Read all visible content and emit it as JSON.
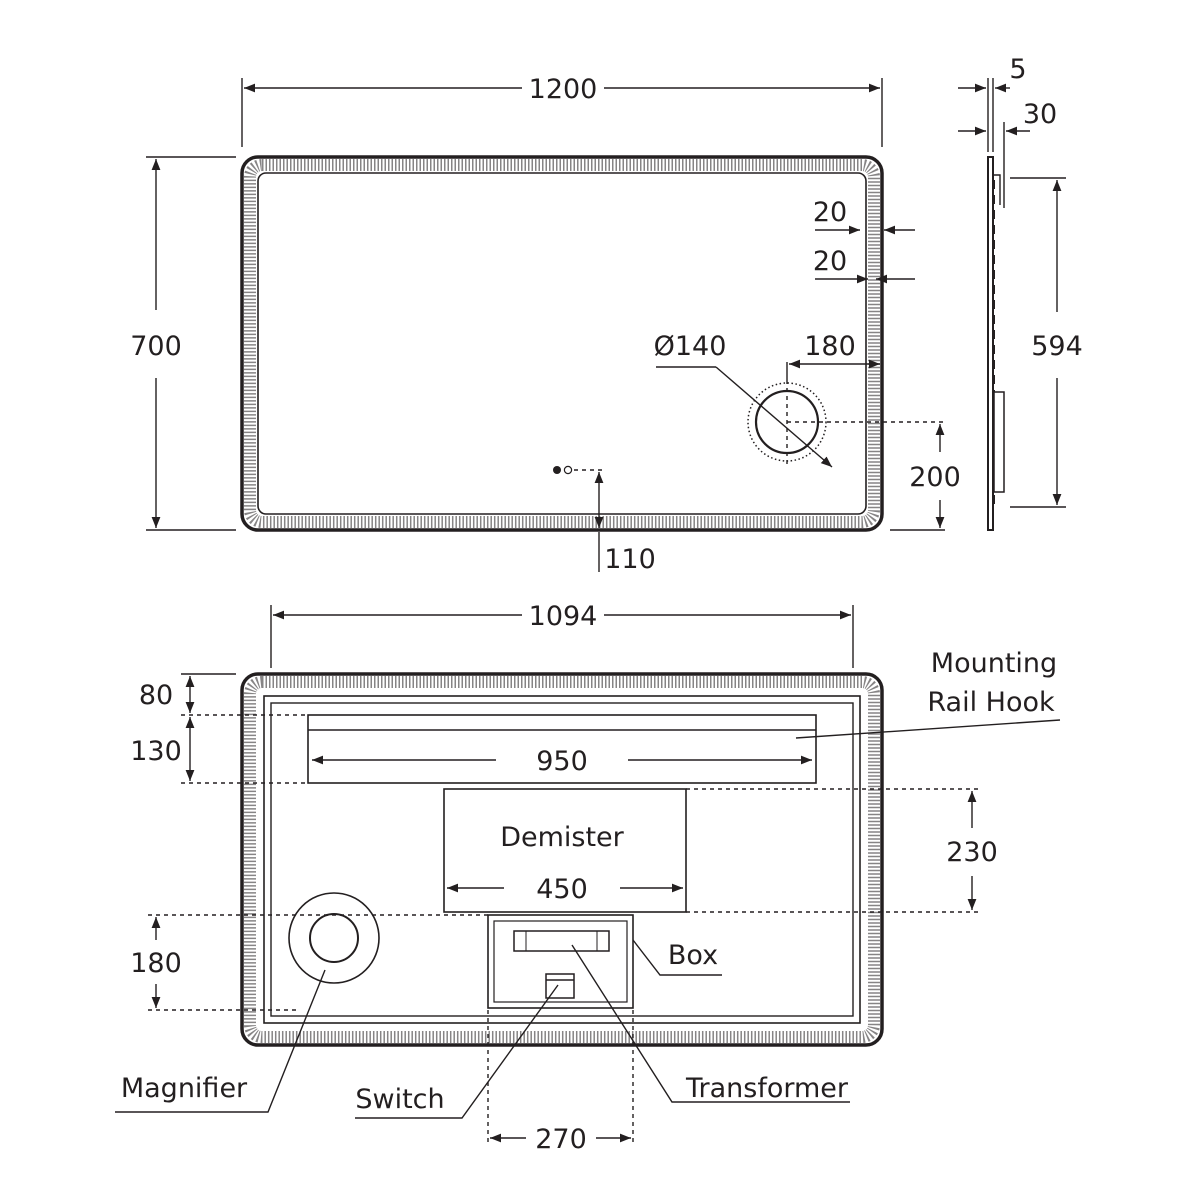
{
  "front": {
    "width": "1200",
    "height": "700",
    "strip1": "20",
    "strip2": "20",
    "diameter": "Ø140",
    "mag_offset_x": "180",
    "mag_offset_y": "200",
    "switch_offset": "110"
  },
  "side": {
    "thickness_a": "5",
    "thickness_b": "30",
    "rail_height": "594"
  },
  "back": {
    "width": "1094",
    "top_offset": "80",
    "rail_height": "130",
    "rail_width": "950",
    "demister_label": "Demister",
    "demister_width": "450",
    "demister_height": "230",
    "magnifier_offset": "180",
    "box_width": "270",
    "label_mounting": "Mounting",
    "label_rail_hook": "Rail Hook",
    "label_box": "Box",
    "label_magnifier": "Magnifier",
    "label_switch": "Switch",
    "label_transformer": "Transformer"
  }
}
